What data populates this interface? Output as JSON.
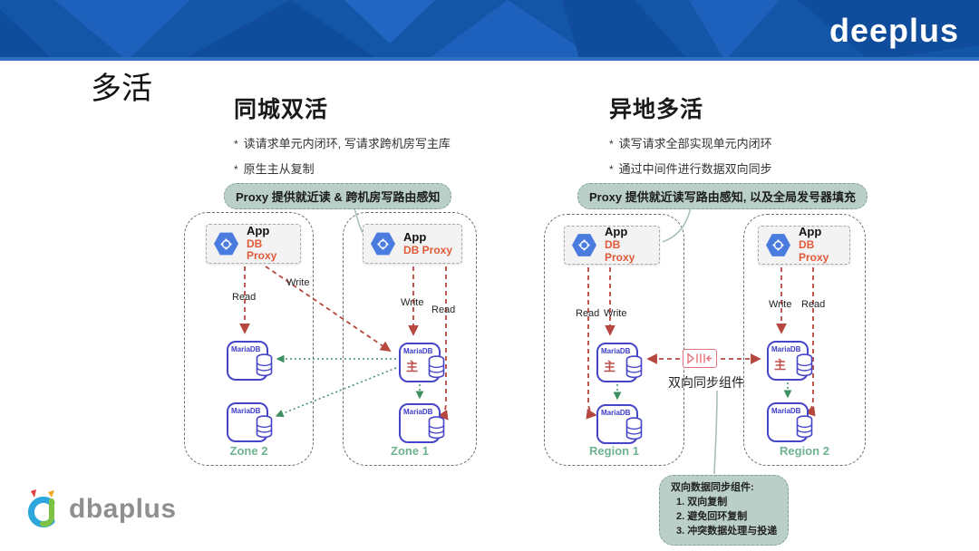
{
  "banner": {
    "brand": "deeplus"
  },
  "page_title": "多活",
  "bullet_marker": "*",
  "labels": {
    "read": "Read",
    "write": "Write"
  },
  "app_node": {
    "title": "App",
    "subtitle": "DB Proxy"
  },
  "db_node": {
    "name": "MariaDB",
    "master_mark": "主"
  },
  "left_section": {
    "heading": "同城双活",
    "bullets": [
      "读请求单元内闭环, 写请求跨机房写主库",
      "原生主从复制"
    ],
    "pill": "Proxy 提供就近读 & 跨机房写路由感知",
    "zones": {
      "left": "Zone 2",
      "right": "Zone 1"
    }
  },
  "right_section": {
    "heading": "异地多活",
    "bullets": [
      "读写请求全部实现单元内闭环",
      "通过中间件进行数据双向同步"
    ],
    "pill": "Proxy 提供就近读写路由感知, 以及全局发号器填充",
    "regions": {
      "left": "Region 1",
      "right": "Region 2"
    },
    "sync_component_label": "双向同步组件",
    "note": {
      "title": "双向数据同步组件:",
      "items": [
        "1. 双向复制",
        "2. 避免回环复制",
        "3. 冲突数据处理与投递"
      ]
    }
  },
  "footer": {
    "brand": "dbaplus"
  },
  "colors": {
    "banner_blue": "#1356a8",
    "pill_green": "#b9cfc7",
    "arrow_red": "#b5473f",
    "arrow_green": "#3f8f63",
    "db_indigo": "#4645c8",
    "proxy_orange": "#e05a3a",
    "zone_label_green": "#6fb390"
  },
  "icons": {
    "app_hexagon": "hexagon-gear-icon",
    "db_cylinder": "database-cylinder-icon",
    "sync_component": "data-stream-icon"
  }
}
